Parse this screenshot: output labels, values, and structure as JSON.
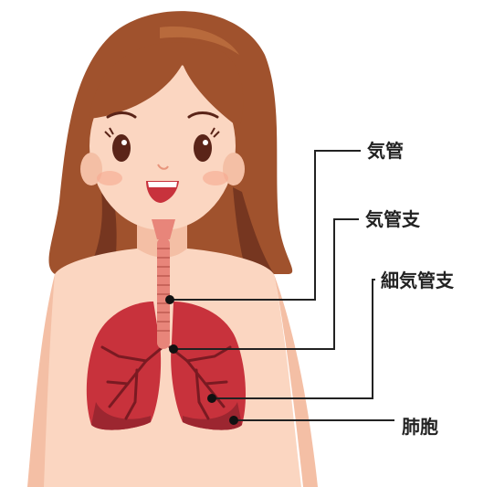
{
  "labels": {
    "trachea": "気管",
    "bronchus": "気管支",
    "bronchiole": "細気管支",
    "alveoli": "肺胞"
  },
  "colors": {
    "hair": "#a0522d",
    "hair_shadow": "#5a2418",
    "skin": "#fbd6c1",
    "skin_shadow": "#f4bfa5",
    "lung": "#c8323c",
    "lung_dark": "#9c2630",
    "bronchi": "#7a1a22",
    "trachea": "#e8857a",
    "leader_line": "#222222"
  }
}
